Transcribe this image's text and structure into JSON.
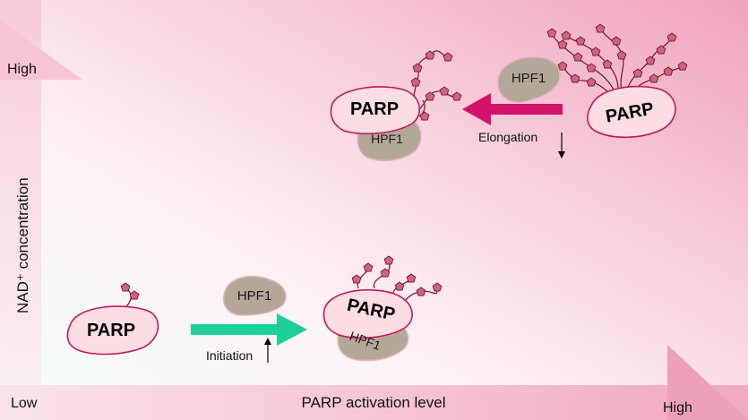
{
  "axes": {
    "y_label": "NAD⁺ concentration",
    "y_high": "High",
    "x_label": "PARP activation level",
    "x_low": "Low",
    "x_high": "High"
  },
  "labels": {
    "parp": "PARP",
    "hpf1": "HPF1",
    "initiation": "Initiation",
    "elongation": "Elongation"
  },
  "colors": {
    "parp_fill": "#fbdde2",
    "parp_stroke": "#c2185b",
    "hpf1_fill": "#b3a798",
    "chain": "#d0647e",
    "initiation_arrow": "#1fcf9a",
    "elongation_arrow": "#d4126a",
    "background_pink": "#f2a7c0"
  },
  "icons": {
    "up_arrow": "up-arrow-icon",
    "down_arrow": "down-arrow-icon"
  }
}
